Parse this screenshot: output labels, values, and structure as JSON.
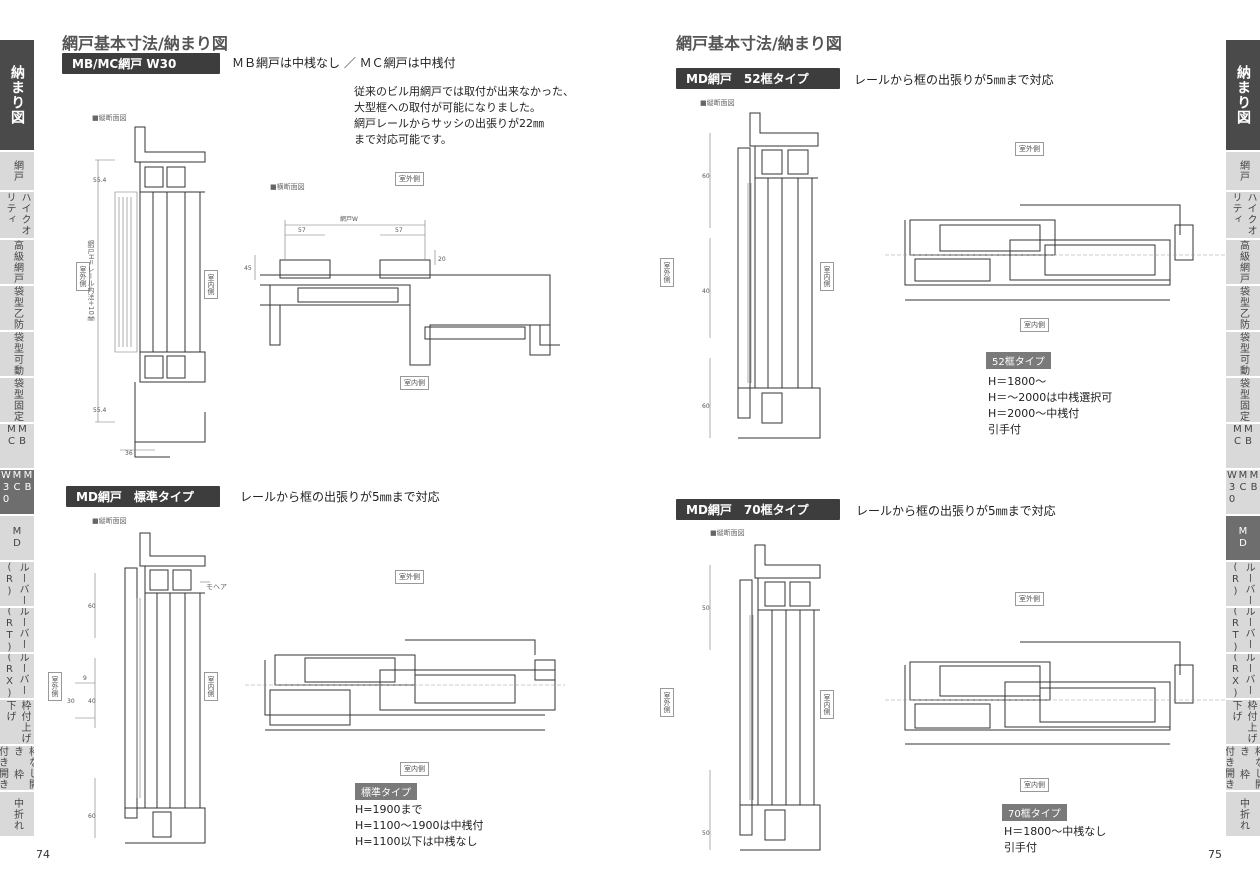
{
  "left": {
    "title": "網戸基本寸法/納まり図",
    "page_number": "74",
    "sections": [
      {
        "bar": "MB/MC網戸 W30",
        "note": "ＭＢ網戸は中桟なし ／ ＭＣ網戸は中桟付",
        "paragraph": [
          "従来のビル用網戸では取付が出来なかった、",
          "大型框への取付が可能になりました。",
          "網戸レールからサッシの出張りが22㎜",
          "まで対応可能です。"
        ],
        "vertical_label": "■縦断面図",
        "horizontal_label": "■横断面図",
        "outdoor": "室外側",
        "indoor": "室内側",
        "dim_width": "網戸W",
        "dim_57a": "57",
        "dim_57b": "57",
        "dim_45": "45",
        "dim_20": "20",
        "dim_36": "36",
        "dim_55a": "55.4",
        "dim_55b": "55.4",
        "dim_height": "網戸H=レール内法+10㎜"
      },
      {
        "bar": "MD網戸　標準タイプ",
        "note": "レールから框の出張りが5㎜まで対応",
        "vertical_label": "■縦断面図",
        "outdoor": "室外側",
        "indoor": "室内側",
        "mohair": "モヘア",
        "dim_60a": "60",
        "dim_60b": "60",
        "dim_40": "40",
        "dim_30": "30",
        "dim_9": "9",
        "type_badge": "標準タイプ",
        "specs": [
          "H=1900まで",
          "H=1100～1900は中桟付",
          "H=1100以下は中桟なし"
        ]
      }
    ],
    "side_tabs": [
      {
        "label": "納まり図",
        "style": "major"
      },
      {
        "label": "網戸",
        "style": ""
      },
      {
        "label": "ハイクオリティ",
        "style": ""
      },
      {
        "label": "高級網戸",
        "style": ""
      },
      {
        "label": "袋型乙防",
        "style": ""
      },
      {
        "label": "袋型可動",
        "style": ""
      },
      {
        "label": "袋型固定",
        "style": ""
      },
      {
        "label": "MB MC",
        "style": ""
      },
      {
        "label": "MB MC W30",
        "style": "active"
      },
      {
        "label": "MD",
        "style": ""
      },
      {
        "label": "ルーバー(R)",
        "style": ""
      },
      {
        "label": "ルーバー(RT)",
        "style": ""
      },
      {
        "label": "ルーバー(RX)",
        "style": ""
      },
      {
        "label": "枠付上げ下げ",
        "style": ""
      },
      {
        "label": "枠なし開き 枠付き開き",
        "style": ""
      },
      {
        "label": "中折れ",
        "style": ""
      }
    ]
  },
  "right": {
    "title": "網戸基本寸法/納まり図",
    "page_number": "75",
    "sections": [
      {
        "bar": "MD網戸　52框タイプ",
        "note": "レールから框の出張りが5㎜まで対応",
        "vertical_label": "■縦断面図",
        "outdoor": "室外側",
        "indoor": "室内側",
        "dim_60a": "60",
        "dim_40": "40",
        "dim_60b": "60",
        "type_badge": "52框タイプ",
        "specs": [
          "H＝1800～",
          "H＝～2000は中桟選択可",
          "H＝2000～中桟付",
          "引手付"
        ]
      },
      {
        "bar": "MD網戸　70框タイプ",
        "note": "レールから框の出張りが5㎜まで対応",
        "vertical_label": "■縦断面図",
        "outdoor": "室外側",
        "indoor": "室内側",
        "dim_50a": "50",
        "dim_50b": "50",
        "type_badge": "70框タイプ",
        "specs": [
          "H＝1800～中桟なし",
          "引手付"
        ]
      }
    ],
    "side_tabs": [
      {
        "label": "納まり図",
        "style": "major"
      },
      {
        "label": "網戸",
        "style": ""
      },
      {
        "label": "ハイクオリティ",
        "style": ""
      },
      {
        "label": "高級網戸",
        "style": ""
      },
      {
        "label": "袋型乙防",
        "style": ""
      },
      {
        "label": "袋型可動",
        "style": ""
      },
      {
        "label": "袋型固定",
        "style": ""
      },
      {
        "label": "MB MC",
        "style": ""
      },
      {
        "label": "MB MC W30",
        "style": ""
      },
      {
        "label": "MD",
        "style": "active"
      },
      {
        "label": "ルーバー(R)",
        "style": ""
      },
      {
        "label": "ルーバー(RT)",
        "style": ""
      },
      {
        "label": "ルーバー(RX)",
        "style": ""
      },
      {
        "label": "枠付上げ下げ",
        "style": ""
      },
      {
        "label": "枠なし開き 枠付き開き",
        "style": ""
      },
      {
        "label": "中折れ",
        "style": ""
      }
    ]
  },
  "colors": {
    "bar": "#3d3d3d",
    "tab": "#d9d9d9",
    "tab_major": "#4a4a4a",
    "tab_active": "#6e6e6e",
    "badge": "#7a7a7a"
  }
}
